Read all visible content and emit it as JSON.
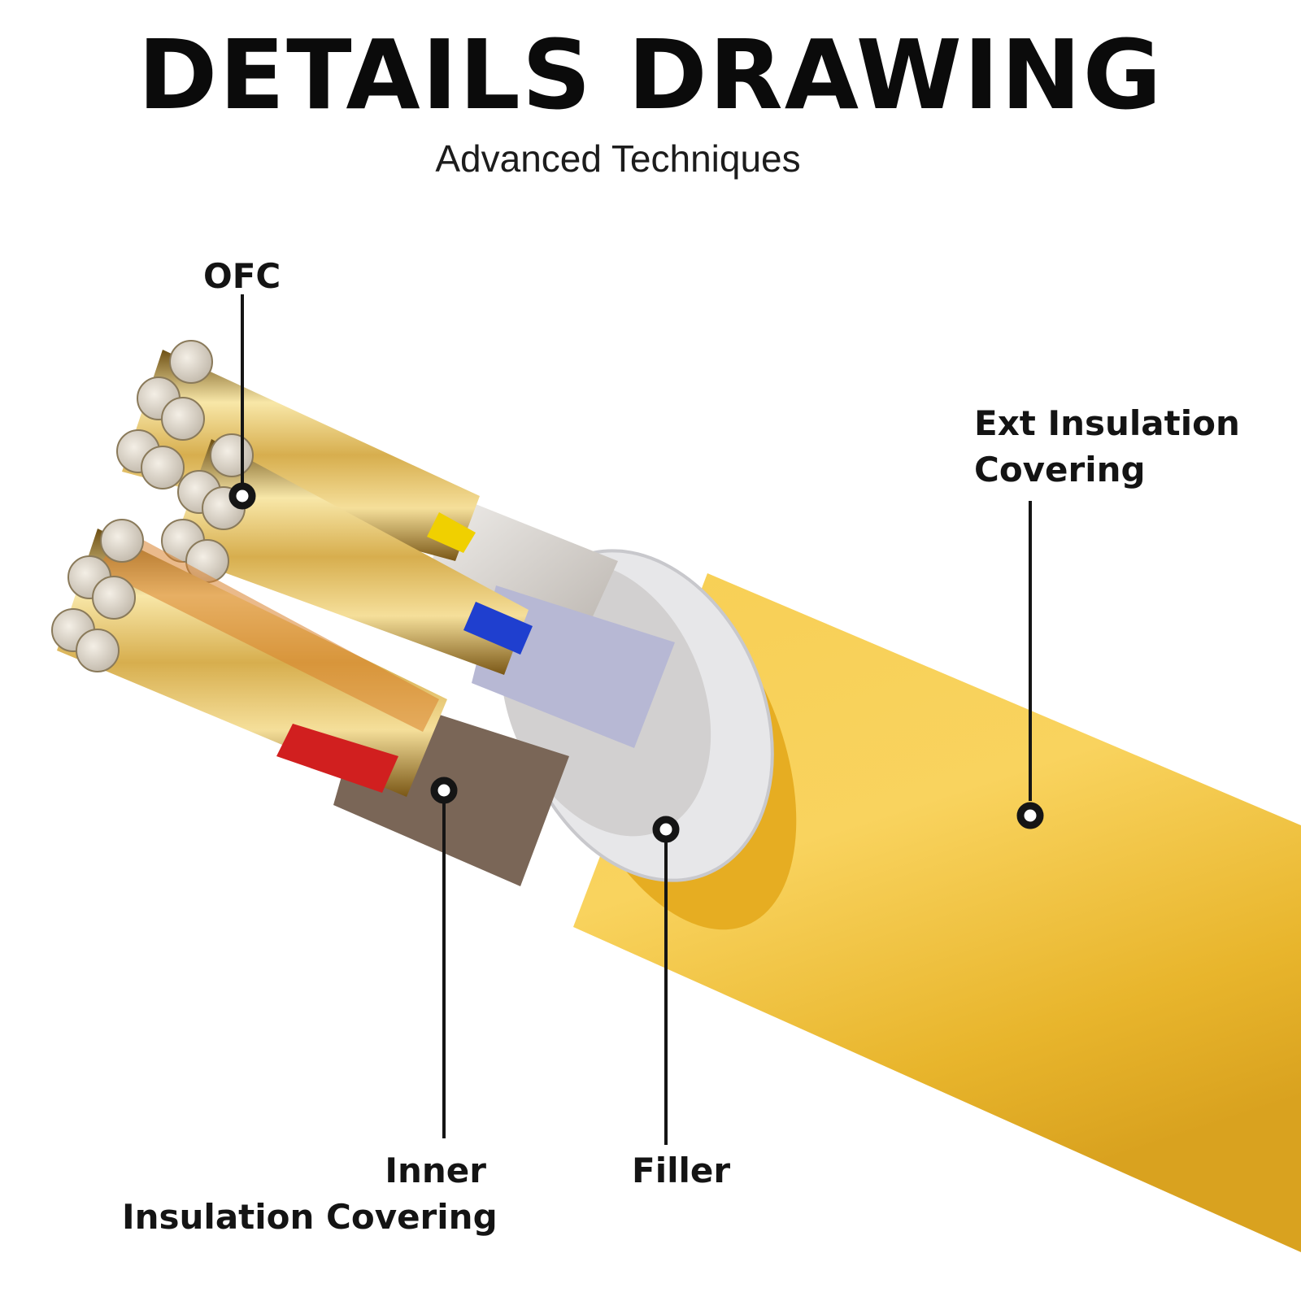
{
  "header": {
    "title": "DETAILS DRAWING",
    "subtitle": "Advanced Techniques"
  },
  "callouts": {
    "ofc": "OFC",
    "ext_line1": "Ext Insulation",
    "ext_line2": "Covering",
    "inner_line1": "Inner",
    "inner_line2": "Insulation Covering",
    "filler": "Filler"
  },
  "colors": {
    "jacket": "#f2c037",
    "filler": "#e2e2e4",
    "copper_gold": "#d8b256",
    "copper_orange": "#d9822b",
    "wire_red": "#d11f1f",
    "wire_blue": "#1f3fcf",
    "wire_yellow": "#f0d000"
  }
}
